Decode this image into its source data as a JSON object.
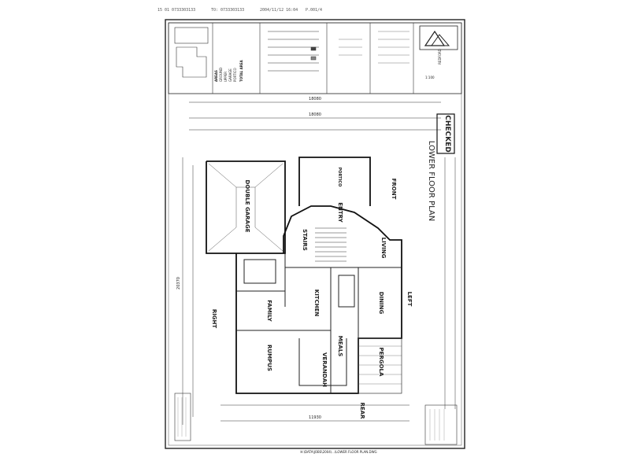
{
  "fax_header": {
    "left": "15 01 0733303133",
    "middle": "TO: 0733303133",
    "right": "2004/11/12 16:04",
    "page": "P.001/4"
  },
  "sheet": {
    "title": "LOWER FLOOR PLAN",
    "stamp": "CHECKED",
    "company": "REDFORD",
    "footer_path": "H:\\DATA\\JOBS\\2004\\...\\LOWER FLOOR PLAN.DWG"
  },
  "rooms": {
    "double_garage": "DOUBLE GARAGE",
    "stairs": "STAIRS",
    "entry": "ENTRY",
    "kitchen": "KITCHEN",
    "family": "FAMILY",
    "living": "LIVING",
    "dining": "DINING",
    "meals": "MEALS",
    "rumpus": "RUMPUS",
    "verandah": "VERANDAH",
    "pergola": "PERGOLA",
    "portico": "PORTICO"
  },
  "directions": {
    "front": "FRONT",
    "left": "LEFT",
    "right": "RIGHT",
    "rear": "REAR"
  },
  "dimensions": {
    "top": "18080",
    "top_b": "18080",
    "side": "20370",
    "bottom": "11930"
  },
  "notes": {
    "legend_title": "AREAS",
    "legend_total": "TOTAL AREA",
    "ground": "GROUND",
    "upper": "UPPER",
    "garage": "GARAGE",
    "portico": "PORTICO",
    "scale": "1:100"
  }
}
